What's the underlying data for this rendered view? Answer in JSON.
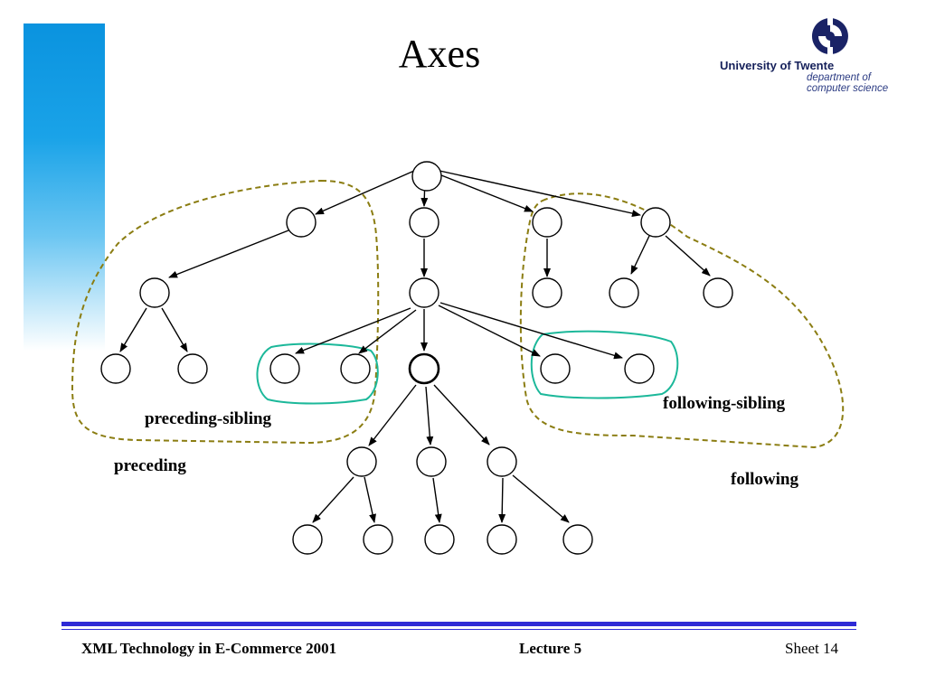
{
  "slide": {
    "title": "Axes"
  },
  "logo": {
    "university": "University of Twente",
    "department_line1": "department of",
    "department_line2": "computer science"
  },
  "diagram": {
    "labels": {
      "preceding_sibling": "preceding-sibling",
      "preceding": "preceding",
      "following_sibling": "following-sibling",
      "following": "following"
    }
  },
  "footer": {
    "course": "XML Technology in E-Commerce 2001",
    "lecture": "Lecture 5",
    "sheet": "Sheet 14"
  },
  "colors": {
    "dashed_region": "#8b7d12",
    "sibling_region": "#1cb89a",
    "footer_rule": "#2e2ad6",
    "side_gradient_top": "#0a93df"
  }
}
